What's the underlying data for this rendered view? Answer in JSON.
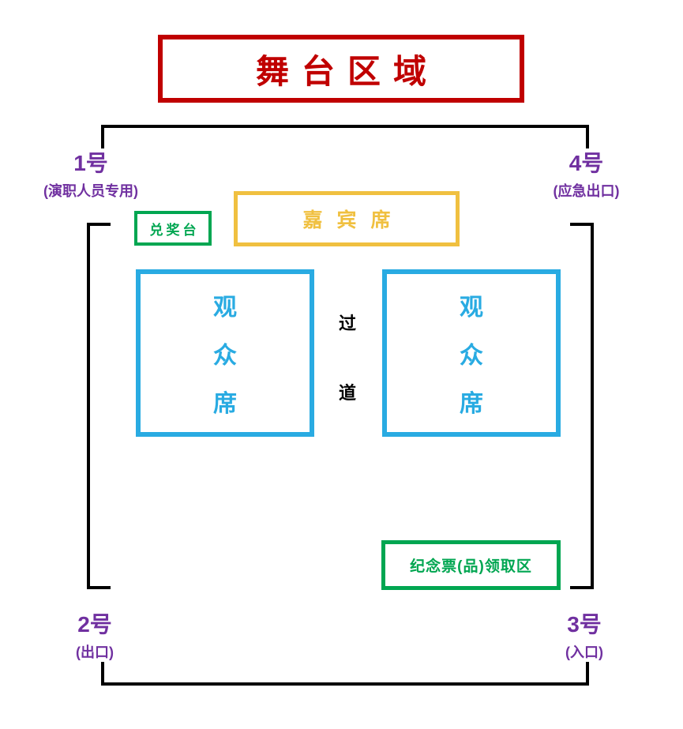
{
  "stage": {
    "label": "舞台区域"
  },
  "gates": [
    {
      "number": "1号",
      "note": "(演职人员专用)"
    },
    {
      "number": "4号",
      "note": "(应急出口)"
    },
    {
      "number": "2号",
      "note": "(出口)"
    },
    {
      "number": "3号",
      "note": "(入口)"
    }
  ],
  "areas": {
    "prize_desk": "兑奖台",
    "vip": "嘉宾席",
    "audience_left": [
      "观",
      "众",
      "席"
    ],
    "audience_right": [
      "观",
      "众",
      "席"
    ],
    "aisle": [
      "过",
      "道"
    ],
    "souvenir": "纪念票(品)领取区"
  },
  "colors": {
    "stage_red": "#c00000",
    "gate_purple": "#7030a0",
    "green": "#00a651",
    "gold": "#f0c040",
    "blue": "#29abe2",
    "line_black": "#000000"
  }
}
